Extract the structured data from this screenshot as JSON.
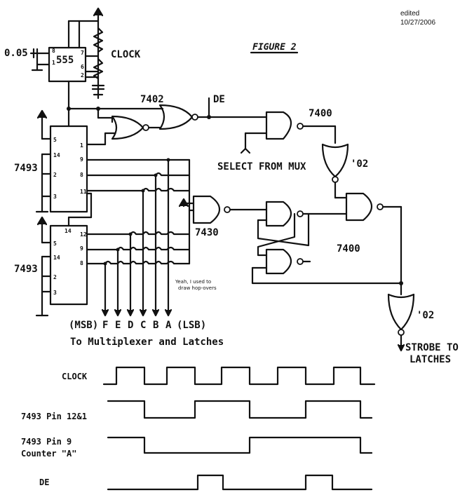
{
  "note": {
    "line1": "edited",
    "line2": "10/27/2006"
  },
  "figure_title": "FIGURE 2",
  "timer": {
    "label": "555",
    "cap": "0.05",
    "clock": "CLOCK",
    "pins": [
      "8",
      "1",
      "7",
      "6",
      "2"
    ]
  },
  "gates": {
    "nor_top": "7402",
    "nand_mid": "7400",
    "nor_small_1": "'02",
    "nand_8in": "7430",
    "latch": "7400",
    "nor_small_2": "'02"
  },
  "counters": {
    "upper": "7493",
    "lower": "7493",
    "upper_left_pins": [
      "5",
      "14",
      "2",
      "3"
    ],
    "upper_right_pins": [
      "1",
      "9",
      "8",
      "11"
    ],
    "lower_left_pins": [
      "5",
      "14",
      "2",
      "3"
    ],
    "lower_right_pins": [
      "14",
      "12",
      "9",
      "8"
    ]
  },
  "signals": {
    "de": "DE",
    "select_mux": "SELECT FROM MUX",
    "hop_note_1": "Yeah, I used to",
    "hop_note_2": "draw hop-overs",
    "strobe_1": "STROBE TO",
    "strobe_2": "LATCHES"
  },
  "outputs": {
    "msb": "(MSB)",
    "lsb": "(LSB)",
    "letters": [
      "F",
      "E",
      "D",
      "C",
      "B",
      "A"
    ],
    "caption": "To Multiplexer and Latches"
  },
  "timing": {
    "rows": [
      {
        "label": "CLOCK",
        "label2": ""
      },
      {
        "label": "7493 Pin 12&1",
        "label2": ""
      },
      {
        "label": "7493 Pin 9",
        "label2": "Counter \"A\""
      },
      {
        "label": "DE",
        "label2": ""
      }
    ]
  }
}
